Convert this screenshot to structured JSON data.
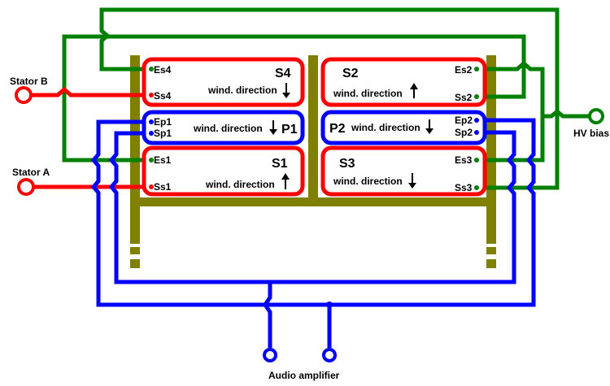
{
  "diagram": {
    "title": "Electrostatic headphone stator wiring",
    "colors": {
      "stator_red": "#ff0000",
      "primary_blue": "#0000ff",
      "bias_green": "#008000",
      "frame_olive": "#808000",
      "text": "#000000"
    },
    "external_terminals": {
      "stator_b": "Stator B",
      "stator_a": "Stator A",
      "hv_bias": "HV bias",
      "audio": "Audio amplifier"
    },
    "windings": {
      "s4": {
        "name": "S4",
        "start_label": "Es4",
        "end_label": "Ss4",
        "direction_label": "wind. direction",
        "direction": "down"
      },
      "p1": {
        "name": "P1",
        "start_label": "Ep1",
        "end_label": "Sp1",
        "direction_label": "wind. direction",
        "direction": "down"
      },
      "s1": {
        "name": "S1",
        "start_label": "Es1",
        "end_label": "Ss1",
        "direction_label": "wind. direction",
        "direction": "up"
      },
      "s2": {
        "name": "S2",
        "start_label": "Es2",
        "end_label": "Ss2",
        "direction_label": "wind. direction",
        "direction": "up"
      },
      "p2": {
        "name": "P2",
        "start_label": "Ep2",
        "end_label": "Sp2",
        "direction_label": "wind. direction",
        "direction": "down"
      },
      "s3": {
        "name": "S3",
        "start_label": "Es3",
        "end_label": "Ss3",
        "direction_label": "wind. direction",
        "direction": "down"
      }
    }
  }
}
